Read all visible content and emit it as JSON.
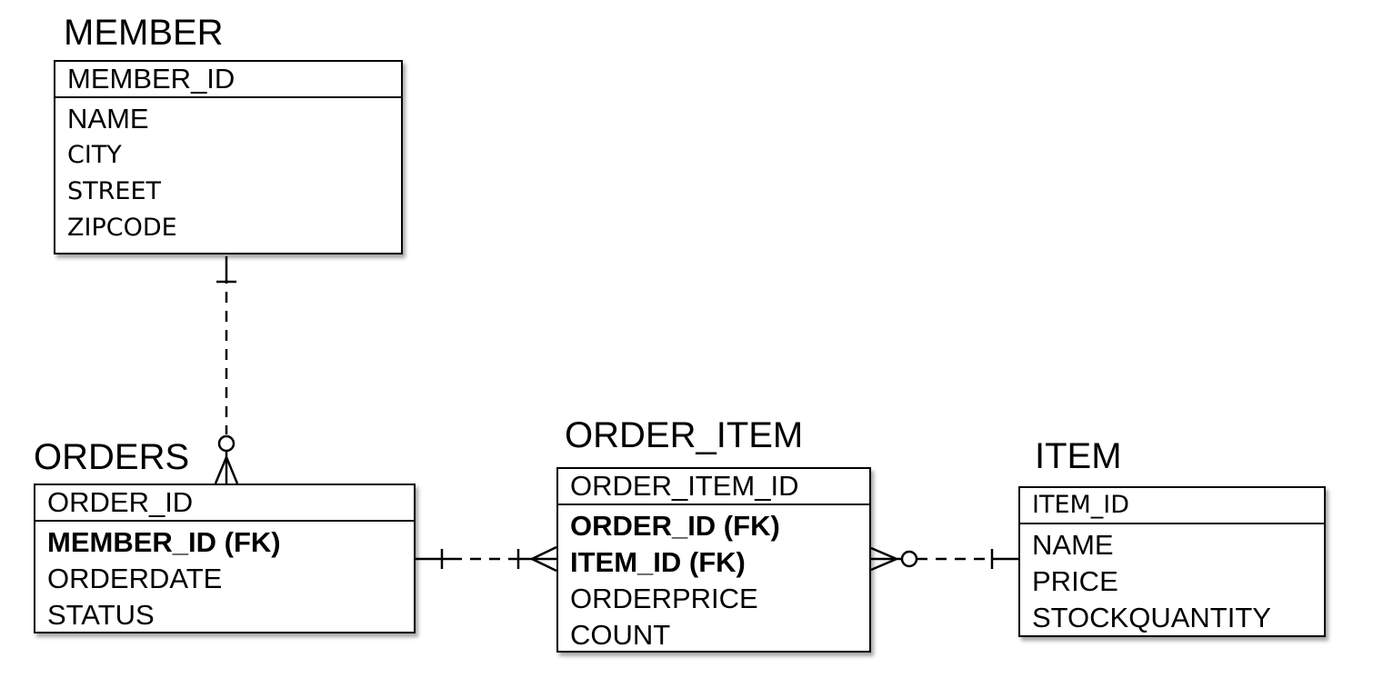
{
  "entities": {
    "member": {
      "title": "MEMBER",
      "pk": "MEMBER_ID",
      "fields": [
        "NAME",
        "CITY",
        "STREET",
        "ZIPCODE"
      ]
    },
    "orders": {
      "title": "ORDERS",
      "pk": "ORDER_ID",
      "fields": [
        "MEMBER_ID (FK)",
        "ORDERDATE",
        "STATUS"
      ]
    },
    "order_item": {
      "title": "ORDER_ITEM",
      "pk": "ORDER_ITEM_ID",
      "fields": [
        "ORDER_ID (FK)",
        "ITEM_ID (FK)",
        "ORDERPRICE",
        "COUNT"
      ]
    },
    "item": {
      "title": "ITEM",
      "pk": "ITEM_ID",
      "fields": [
        "NAME",
        "PRICE",
        "STOCKQUANTITY"
      ]
    }
  },
  "relationships": [
    {
      "from": "MEMBER",
      "to": "ORDERS",
      "from_cardinality": "one",
      "to_cardinality": "zero-or-many"
    },
    {
      "from": "ORDERS",
      "to": "ORDER_ITEM",
      "from_cardinality": "one",
      "to_cardinality": "one-or-many"
    },
    {
      "from": "ITEM",
      "to": "ORDER_ITEM",
      "from_cardinality": "one",
      "to_cardinality": "zero-or-many"
    }
  ]
}
